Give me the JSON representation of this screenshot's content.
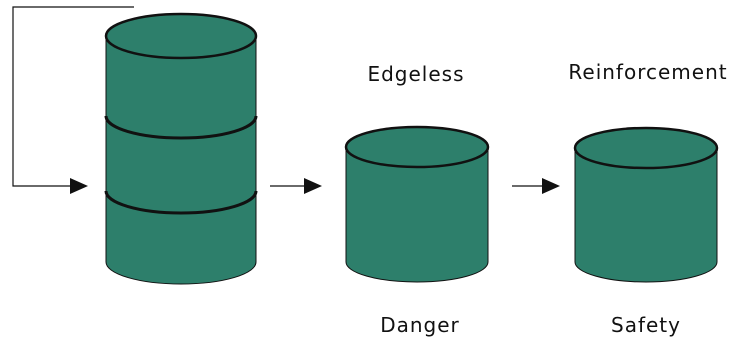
{
  "labels": {
    "edgeless": "Edgeless",
    "reinforcement": "Reinforcement",
    "danger": "Danger",
    "safety": "Safety"
  },
  "colors": {
    "cylinder_fill": "#2d7f6b",
    "cylinder_stroke": "#111111",
    "arrow": "#111111"
  }
}
